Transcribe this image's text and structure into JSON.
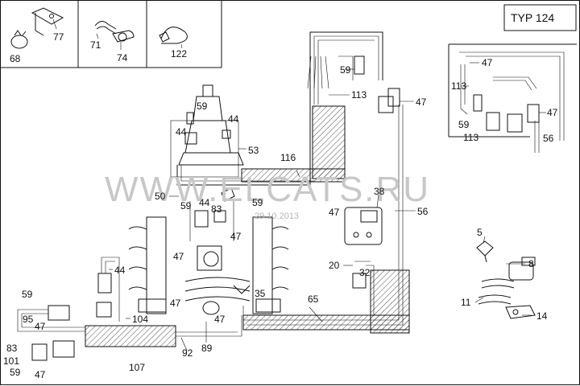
{
  "type_label": "TYP 124",
  "watermark": {
    "site": "WWW.ELCATS.RU",
    "date": "29.10.2013"
  },
  "parts": {
    "p5": "5",
    "p8": "8",
    "p11": "11",
    "p14": "14",
    "p20": "20",
    "p32": "32",
    "p35": "35",
    "p38": "38",
    "p44": "44",
    "p47": "47",
    "p50": "50",
    "p53": "53",
    "p56": "56",
    "p59": "59",
    "p65": "65",
    "p68": "68",
    "p71": "71",
    "p74": "74",
    "p77": "77",
    "p83": "83",
    "p89": "89",
    "p92": "92",
    "p95": "95",
    "p101": "101",
    "p104": "104",
    "p107": "107",
    "p113": "113",
    "p116": "116",
    "p122": "122"
  }
}
